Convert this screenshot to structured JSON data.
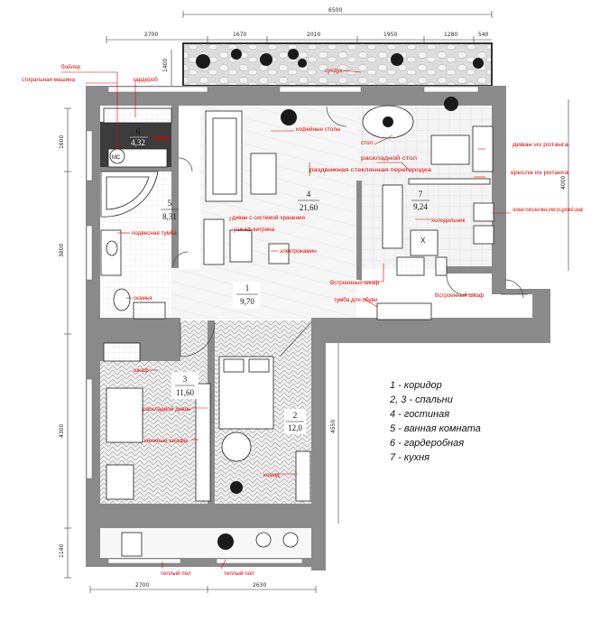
{
  "dimensions": {
    "top_total": "6500",
    "top_segments": [
      "2700",
      "1670",
      "2010",
      "1950",
      "1280",
      "540"
    ],
    "left_segments": [
      "1600",
      "3800",
      "4300",
      "1140"
    ],
    "left_top": "1400",
    "right_segments": [
      "4000",
      "4550"
    ],
    "bottom_segments": [
      "2700",
      "2630"
    ]
  },
  "rooms": [
    {
      "num": "1",
      "area": "9,70"
    },
    {
      "num": "2",
      "area": "12,0"
    },
    {
      "num": "3",
      "area": "11,60"
    },
    {
      "num": "4",
      "area": "21,60"
    },
    {
      "num": "5",
      "area": "8,31"
    },
    {
      "num": "6",
      "area": "4,32"
    },
    {
      "num": "7",
      "area": "9,24"
    }
  ],
  "labels": {
    "boiler": "бойлер",
    "washer": "стиральная машина",
    "wardrobe": "гардероб",
    "dresser": "комод",
    "coffee_tables": "кофейные столы",
    "sliding_partition": "раздвижная стеклянная перегородка",
    "sofa_storage": "диван с системой хранения",
    "showcase": "шкаф витрина",
    "fireplace": "электрокамин",
    "wash_stand": "подвесная тумба",
    "bench": "скамья",
    "table": "стол",
    "folding_table": "раскладной стол",
    "sofa_rattan": "диван из ротанга",
    "chairs_rattan": "кресла из ротанга",
    "stove": "газовая плита вытяжка электро.духовой шкаф",
    "fridge": "холодильник",
    "builtin_closet1": "Встроенный шкаф",
    "shoe_cabinet": "тумба для обуви",
    "builtin_closet2": "Встроенный шкаф",
    "closet": "шкаф",
    "sofa_bed": "раскладной диван",
    "bookcases": "книжные шкафы",
    "dresser2": "комод",
    "chest": "сундук",
    "floor_heat1": "теплый пол",
    "floor_heat2": "теплый пол",
    "mc": "МС",
    "x": "X"
  },
  "legend": [
    "1 - коридор",
    "2, 3 - спальни",
    "4 - гостиная",
    "5 - ванная комната",
    "6 - гардеробная",
    "7 -  кухня"
  ]
}
